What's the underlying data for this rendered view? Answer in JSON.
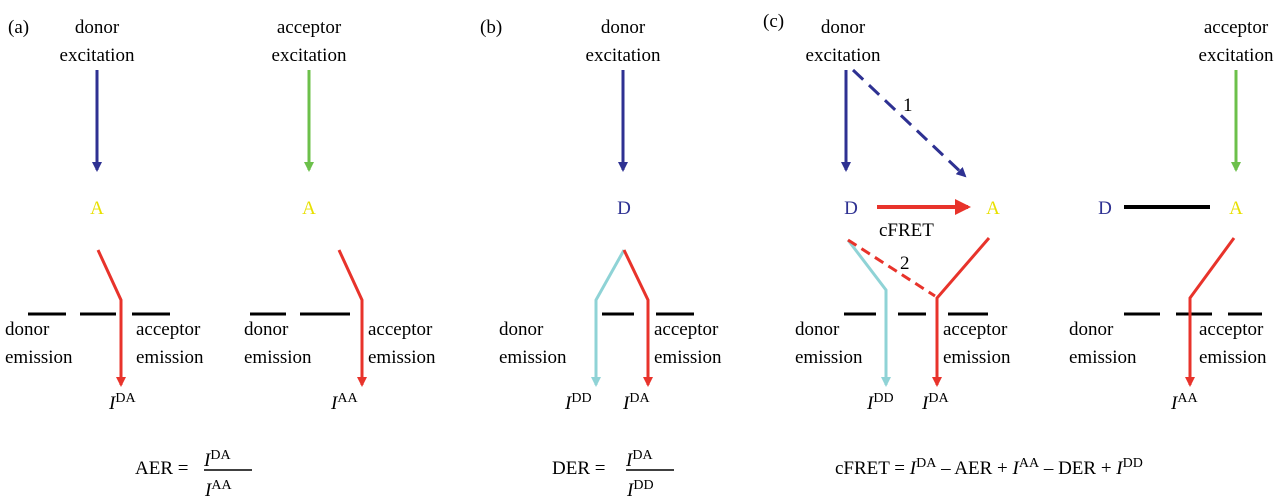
{
  "colors": {
    "donor_excitation": "#2e3192",
    "acceptor_excitation": "#6cc04a",
    "fret_red": "#e8332b",
    "donor_emission": "#8fd3d6",
    "acceptor_label": "#e8e000",
    "donor_label": "#2e3192",
    "filter": "#000000"
  },
  "panel_a": {
    "tag": "(a)",
    "left": {
      "excitation_line1": "donor",
      "excitation_line2": "excitation",
      "molecule": "A",
      "emission_left_1": "donor",
      "emission_left_2": "emission",
      "emission_right_1": "acceptor",
      "emission_right_2": "emission",
      "intensity_base": "I",
      "intensity_sup": "DA"
    },
    "right": {
      "excitation_line1": "acceptor",
      "excitation_line2": "excitation",
      "molecule": "A",
      "emission_left_1": "donor",
      "emission_left_2": "emission",
      "emission_right_1": "acceptor",
      "emission_right_2": "emission",
      "intensity_base": "I",
      "intensity_sup": "AA"
    },
    "formula": {
      "lhs": "AER =",
      "num_base": "I",
      "num_sup": "DA",
      "den_base": "I",
      "den_sup": "AA"
    }
  },
  "panel_b": {
    "tag": "(b)",
    "excitation_line1": "donor",
    "excitation_line2": "excitation",
    "molecule": "D",
    "emission_left_1": "donor",
    "emission_left_2": "emission",
    "emission_right_1": "acceptor",
    "emission_right_2": "emission",
    "intensity1_base": "I",
    "intensity1_sup": "DD",
    "intensity2_base": "I",
    "intensity2_sup": "DA",
    "formula": {
      "lhs": "DER =",
      "num_base": "I",
      "num_sup": "DA",
      "den_base": "I",
      "den_sup": "DD"
    }
  },
  "panel_c": {
    "tag": "(c)",
    "left": {
      "excitation_line1": "donor",
      "excitation_line2": "excitation",
      "donor": "D",
      "acceptor": "A",
      "path1": "1",
      "path2": "2",
      "fret_label": "cFRET",
      "emission_left_1": "donor",
      "emission_left_2": "emission",
      "emission_right_1": "acceptor",
      "emission_right_2": "emission",
      "intensity1_base": "I",
      "intensity1_sup": "DD",
      "intensity2_base": "I",
      "intensity2_sup": "DA"
    },
    "right": {
      "excitation_line1": "acceptor",
      "excitation_line2": "excitation",
      "donor": "D",
      "acceptor": "A",
      "emission_left_1": "donor",
      "emission_left_2": "emission",
      "emission_right_1": "acceptor",
      "emission_right_2": "emission",
      "intensity_base": "I",
      "intensity_sup": "AA"
    },
    "formula": {
      "p1": "cFRET = ",
      "t1_base": "I",
      "t1_sup": "DA",
      "p2": " – AER + ",
      "t2_base": "I",
      "t2_sup": "AA",
      "p3": " – DER + ",
      "t3_base": "I",
      "t3_sup": "DD"
    }
  }
}
